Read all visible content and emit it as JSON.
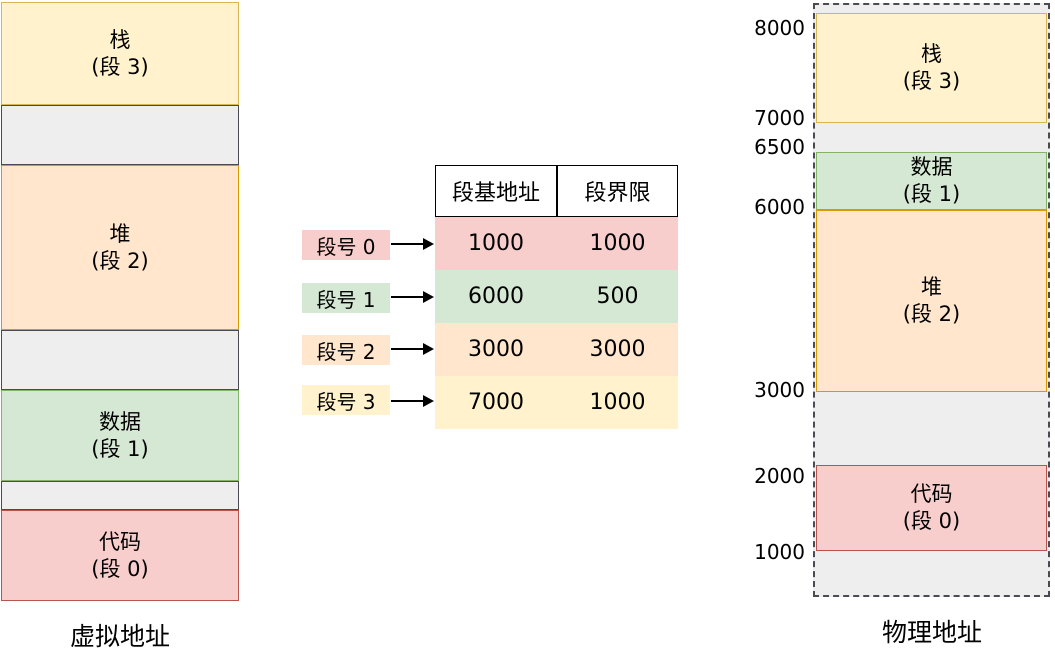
{
  "diagram": {
    "virtual": {
      "caption": "虚拟地址",
      "segments": [
        {
          "name": "栈",
          "seg": "(段 3)"
        },
        {
          "name": "堆",
          "seg": "(段 2)"
        },
        {
          "name": "数据",
          "seg": "(段 1)"
        },
        {
          "name": "代码",
          "seg": "(段 0)"
        }
      ]
    },
    "table": {
      "headers": [
        "段基地址",
        "段界限"
      ],
      "selectors": [
        "段号 0",
        "段号 1",
        "段号 2",
        "段号 3"
      ],
      "rows": [
        {
          "base": "1000",
          "limit": "1000"
        },
        {
          "base": "6000",
          "limit": "500"
        },
        {
          "base": "3000",
          "limit": "3000"
        },
        {
          "base": "7000",
          "limit": "1000"
        }
      ]
    },
    "physical": {
      "caption": "物理地址",
      "address_labels": [
        "8000",
        "7000",
        "6500",
        "6000",
        "3000",
        "2000",
        "1000"
      ],
      "segments": [
        {
          "name": "栈",
          "seg": "(段 3)"
        },
        {
          "name": "数据",
          "seg": "(段 1)"
        },
        {
          "name": "堆",
          "seg": "(段 2)"
        },
        {
          "name": "代码",
          "seg": "(段 0)"
        }
      ]
    },
    "colors": {
      "yellow_fill": "#fff2cc",
      "yellow_stroke": "#d6b656",
      "orange_fill": "#ffe6cc",
      "orange_stroke": "#d79b00",
      "green_fill": "#d5e8d4",
      "green_stroke": "#82b366",
      "red_fill": "#f8cecc",
      "red_stroke": "#b85450",
      "gray_fill": "#eeeeef",
      "gray_stroke": "#4a4a52",
      "header_fill": "#ffffff",
      "header_stroke": "#000000",
      "arrow": "#000000"
    }
  }
}
